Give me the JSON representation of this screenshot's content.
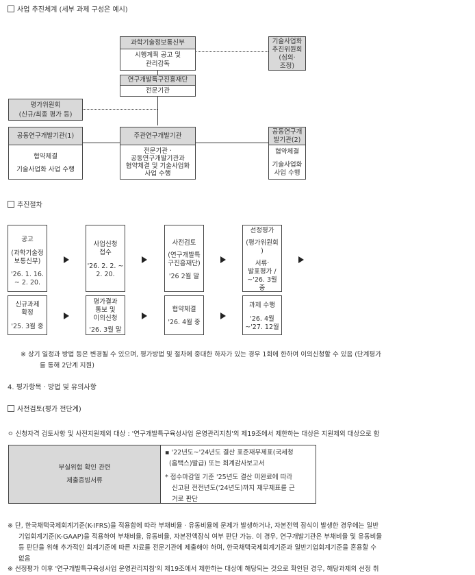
{
  "sections": {
    "structure_title": "사업 추진체계 (세부 과제 구성은 예시)",
    "procedure_title": "추진절차",
    "eval_heading": "4. 평가항목 · 방법 및 유의사항",
    "precheck_title": "사전검토(평가 전단계)"
  },
  "org": {
    "msit": {
      "name": "과학기술정보통신부",
      "l1": "시행계획 공고 및",
      "l2": "관리감독"
    },
    "committee": {
      "l1": "기술사업화",
      "l2": "추진위원회",
      "l3": "(심의·",
      "l4": "조정)"
    },
    "agency": {
      "name": "연구개발특구진흥재단",
      "role": "전문기관"
    },
    "eval_committee": {
      "l1": "평가위원회",
      "l2": "(신규/최종 평가 등)"
    },
    "joint1": {
      "name": "공동연구개발기관(1)",
      "l1": "협약체결",
      "l2": "기술사업화 사업 수행"
    },
    "lead": {
      "name": "주관연구개발기관",
      "l1": "전문기관 ·",
      "l2": "공동연구개발기관과",
      "l3": "협약체결 및 기술사업화",
      "l4": "사업 수행"
    },
    "joint2": {
      "n1": "공동연구개",
      "n2": "발기관(2)",
      "l1": "협약체결",
      "l2": "기술사업화",
      "l3": "사업 수행"
    }
  },
  "steps": {
    "s1": {
      "l1": "공고",
      "l2": "(과학기술정",
      "l3": "보통신부)",
      "l4": "'26. 1. 16.",
      "l5": "~ 2. 20."
    },
    "s2": {
      "l1": "사업신청",
      "l2": "접수",
      "l3": "'26. 2. 2. ~",
      "l4": "2. 20."
    },
    "s3": {
      "l1": "사전검토",
      "l2": "(연구개발특",
      "l3": "구진흥재단)",
      "l4": "'26 2월 말"
    },
    "s4": {
      "l1": "선정평가",
      "l2": "(평가위원회",
      "l3": ")",
      "l4": "서류·",
      "l5": "발표평가 /",
      "l6": "~'26. 3월",
      "l7": "중"
    },
    "s5": {
      "l1": "신규과제",
      "l2": "확정",
      "l3": "'25. 3월 중"
    },
    "s6": {
      "l1": "평가결과",
      "l2": "통보 및",
      "l3": "이의신청",
      "l4": "'26. 3월 말"
    },
    "s7": {
      "l1": "협약체결",
      "l2": "'26. 4월 중"
    },
    "s8": {
      "l1": "과제 수행",
      "l2": "'26. 4월",
      "l3": "~'27. 12월"
    }
  },
  "procedure_note": {
    "l1": "※ 상기 일정과 방법 등은 변경될 수 있으며, 평가방법 및 절차에 중대한 하자가 있는 경우 1회에 한하여 이의신청할 수 있음 (단계평가",
    "l2": "를 통해 2단계 지원)"
  },
  "eligibility_line": "ㅇ 신청자격 검토사항 및 사전지원제외 대상 : '연구개발특구육성사업 운영관리지침'의 제19조에서 제한하는 대상은 지원제외 대상으로 함",
  "table": {
    "left_l1": "부실위험 확인 관련",
    "left_l2": "제출증빙서류",
    "b1_l1": "▪ '22년도~'24년도 결산 표준재무제표(국세청",
    "b1_l2": "(홈택스)발급) 또는 회계감사보고서",
    "b2_l1": "* 접수마감일 기준 '25년도 결산 미완료에 따라",
    "b2_l2": "신고된 전전년도('24년도)까지 재무제표를 근",
    "b2_l3": "거로 판단"
  },
  "notes": {
    "n1_l1": "※ 단, 한국채택국제회계기준(K-IFRS)을 적용함에 따라 부채비율 · 유동비율에 문제가 발생하거나, 자본전액 잠식이 발생한 경우에는 일반",
    "n1_l2": "기업회계기준(K-GAAP)을 적용하여 부채비율, 유동비율, 자본전액잠식 여부 판단 가능. 이 경우, 연구개발기관은 부채비율 및 유동비율",
    "n1_l3": "등 판단을 위해 추가적인 회계기준에 따른 자료를 전문기관에 제출해야 하며, 한국채택국제회계기준과 일반기업회계기준을 혼용할 수",
    "n1_l4": "없음",
    "n2_l1": "※ 선정평가 이후 '연구개발특구육성사업 운영관리지침'의 제19조에서 제한하는 대상에 해당되는 것으로 확인된 경우, 해당과제의 선정 취"
  }
}
